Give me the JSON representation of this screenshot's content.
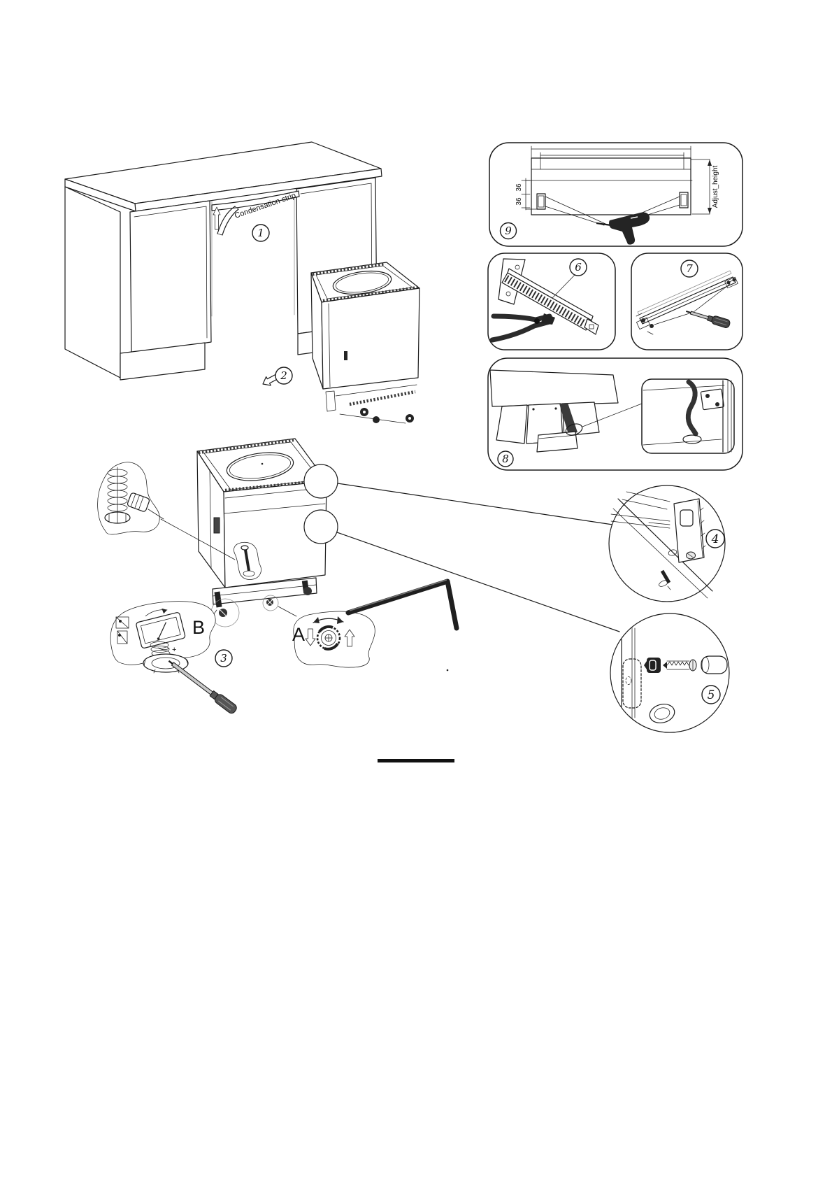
{
  "page": {
    "background": "#ffffff",
    "ink": "#1b1b1b"
  },
  "figure": {
    "kind": "built-in appliance installation diagram",
    "labels": {
      "condensation_strip": "Condensation strip",
      "dim_top": "36",
      "dim_bottom": "36",
      "adjust_height": "Adjust_height",
      "letter_a": "A",
      "letter_b": "B",
      "plus": "+"
    },
    "steps": [
      {
        "number": "1"
      },
      {
        "number": "2"
      },
      {
        "number": "3"
      },
      {
        "number": "4"
      },
      {
        "number": "5"
      },
      {
        "number": "6"
      },
      {
        "number": "7"
      },
      {
        "number": "8"
      },
      {
        "number": "9"
      }
    ],
    "depicted_tools": [
      "power drill",
      "cutting pliers",
      "screwdriver",
      "hex key"
    ]
  }
}
